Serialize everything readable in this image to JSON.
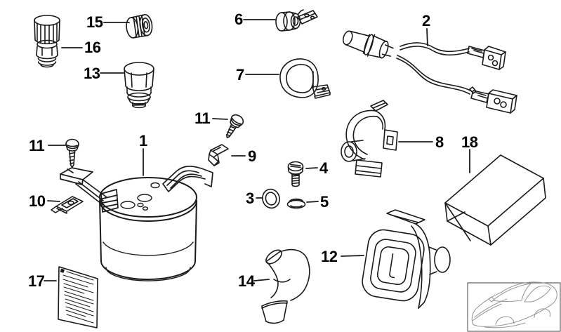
{
  "diagram": {
    "kind": "exploded-parts-diagram",
    "background_color": "#ffffff",
    "line_color": "#1a1a1a",
    "car_sketch_color": "#9a9a9a",
    "labels": {
      "p15": "15",
      "p16": "16",
      "p13": "13",
      "p6": "6",
      "p7": "7",
      "p2": "2",
      "p11_left": "11",
      "p1": "1",
      "p11_mid": "11",
      "p9": "9",
      "p4": "4",
      "p3": "3",
      "p5": "5",
      "p8": "8",
      "p18": "18",
      "p10": "10",
      "p17": "17",
      "p14": "14",
      "p12": "12"
    }
  }
}
